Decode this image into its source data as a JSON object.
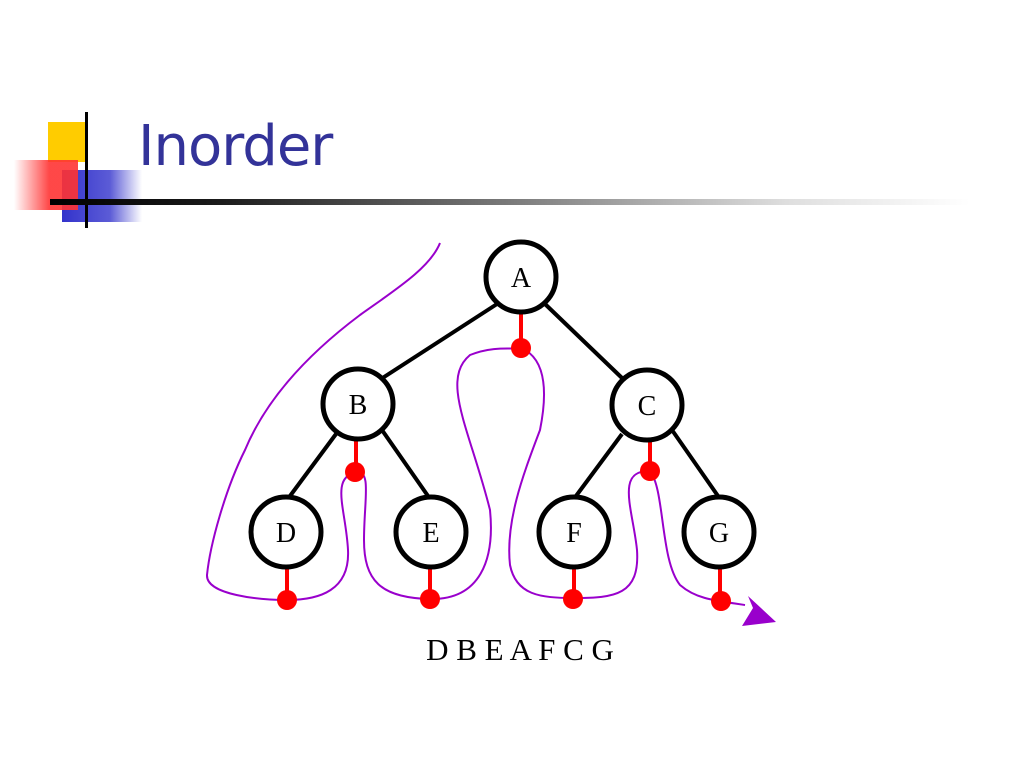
{
  "slide": {
    "title": "Inorder",
    "sequence": "D B E A F C G"
  },
  "colors": {
    "title": "#333399",
    "node_stroke": "#000000",
    "edge": "#000000",
    "visit_marker": "#ff0000",
    "traversal_path": "#9900cc",
    "logo_yellow": "#ffcc00",
    "logo_red": "#ff3333",
    "logo_blue": "#3333cc"
  },
  "tree": {
    "nodes": [
      {
        "id": "A",
        "label": "A"
      },
      {
        "id": "B",
        "label": "B"
      },
      {
        "id": "C",
        "label": "C"
      },
      {
        "id": "D",
        "label": "D"
      },
      {
        "id": "E",
        "label": "E"
      },
      {
        "id": "F",
        "label": "F"
      },
      {
        "id": "G",
        "label": "G"
      }
    ],
    "edges": [
      [
        "A",
        "B"
      ],
      [
        "A",
        "C"
      ],
      [
        "B",
        "D"
      ],
      [
        "B",
        "E"
      ],
      [
        "C",
        "F"
      ],
      [
        "C",
        "G"
      ]
    ],
    "visit_order": [
      "D",
      "B",
      "E",
      "A",
      "F",
      "C",
      "G"
    ]
  }
}
